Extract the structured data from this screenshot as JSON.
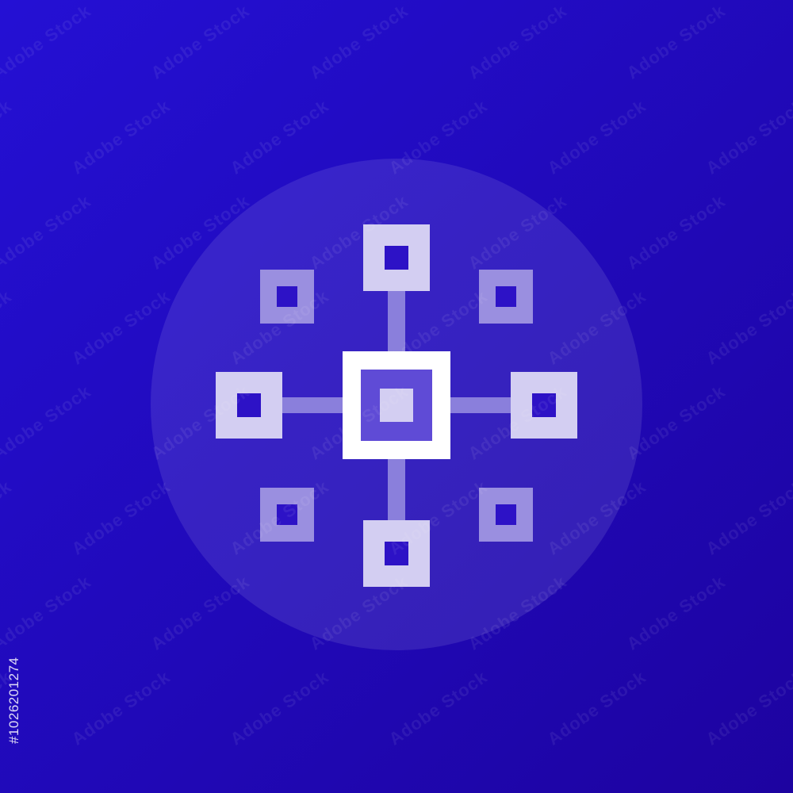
{
  "image": {
    "background": {
      "gradient_top_left": "#2410d4",
      "gradient_bottom_right": "#1d03a0"
    },
    "backdrop_circle": {
      "fill": "#ffffff",
      "opacity": 0.1
    },
    "icon": {
      "name": "network-hub-icon",
      "node_fill": "#d3cef2",
      "node_fill_faint": "#9a8fe0",
      "connector_color": "#8a7fdc",
      "center_outer_fill": "#ffffff",
      "center_mid_fill": "#5f4bd6",
      "center_inner_fill": "#d3cef2",
      "node_hole_fill": "#2d12c6"
    }
  },
  "watermark": {
    "text": "Adobe Stock",
    "stock_id": "#1026201274"
  }
}
